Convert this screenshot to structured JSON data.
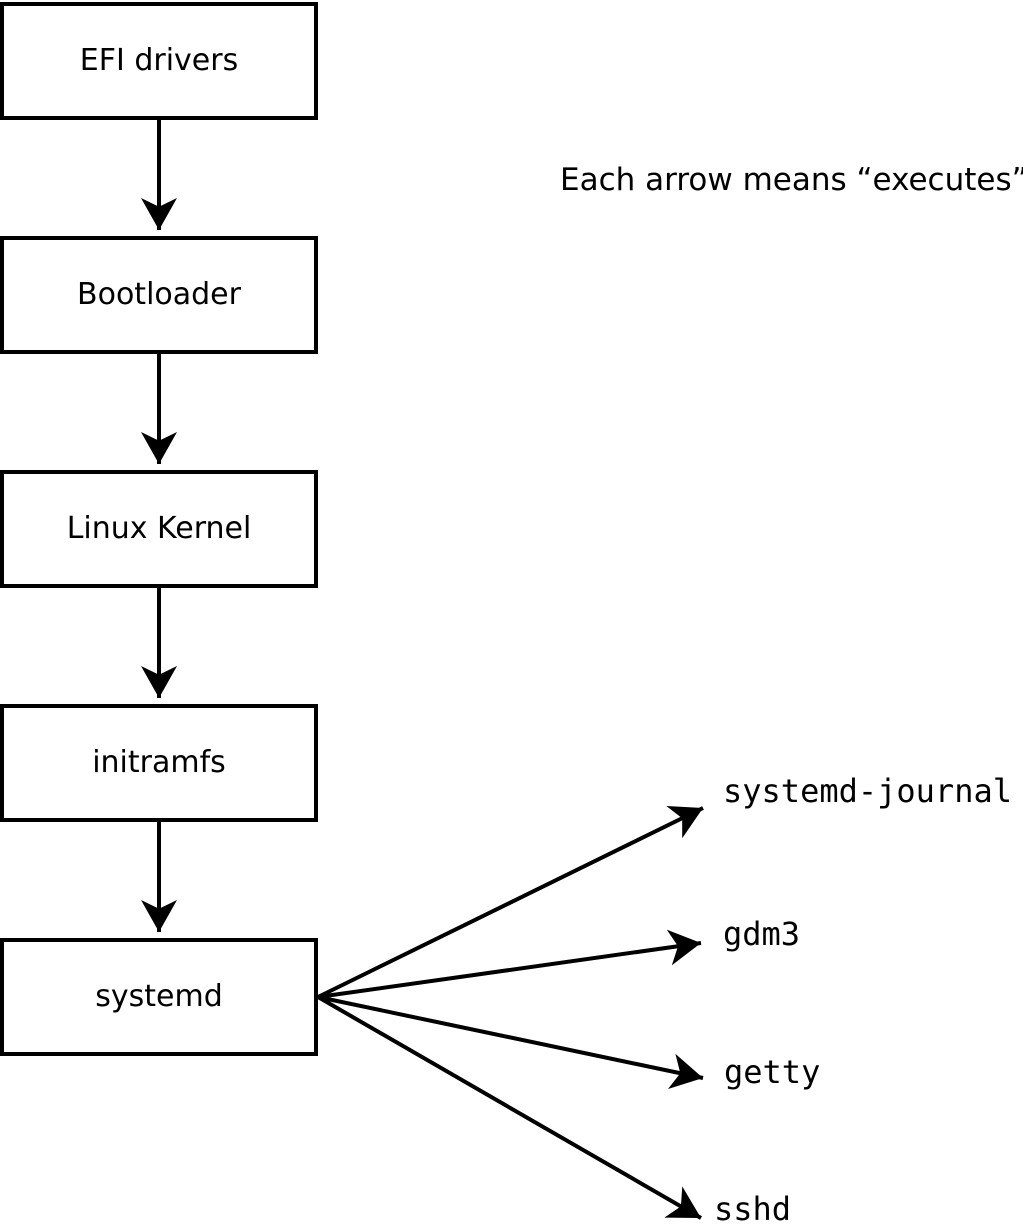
{
  "diagram": {
    "note": "Each arrow means “executes”.",
    "boot_chain": [
      "EFI drivers",
      "Bootloader",
      "Linux Kernel",
      "initramfs",
      "systemd"
    ],
    "spawned_processes": [
      "systemd-journal",
      "gdm3",
      "getty",
      "sshd"
    ]
  }
}
